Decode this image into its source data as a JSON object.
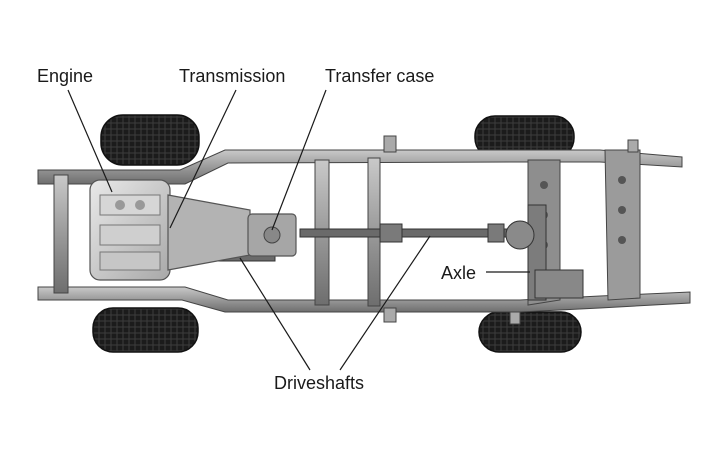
{
  "labels": {
    "engine": "Engine",
    "transmission": "Transmission",
    "transfer_case": "Transfer case",
    "axle": "Axle",
    "driveshafts": "Driveshafts"
  }
}
